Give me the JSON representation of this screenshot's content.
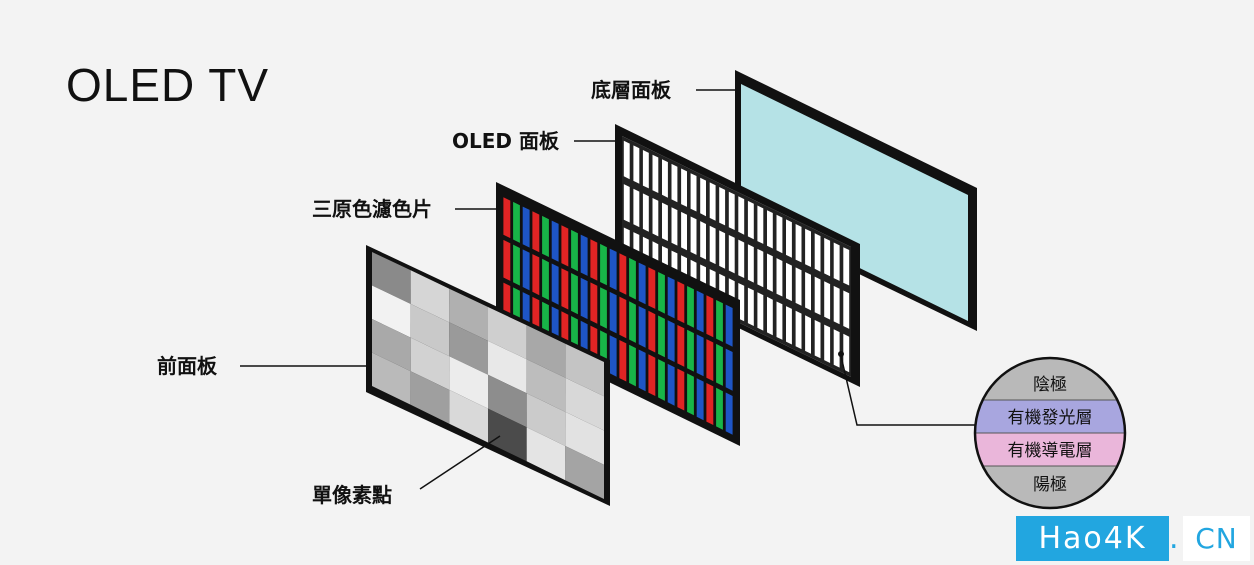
{
  "title": "OLED TV",
  "layers": {
    "back_panel": "底層面板",
    "oled_panel": "OLED 面板",
    "color_filter": "三原色濾色片",
    "front_panel": "前面板"
  },
  "pixel_label": "單像素點",
  "stack": {
    "cathode": "陰極",
    "emissive_layer": "有機發光層",
    "conductive_layer": "有機導電層",
    "anode": "陽極"
  },
  "colors": {
    "back_panel": "#b5e2e6",
    "emissive_layer": "#a8a6df",
    "conductive_layer": "#eab6da",
    "cap": "#b9b9b9",
    "red": "#e02424",
    "green": "#18b548",
    "blue": "#1e55c6",
    "watermark": "#22a6e0"
  },
  "watermark": {
    "left": "Hao4K",
    "dot": ".",
    "right": "CN"
  }
}
